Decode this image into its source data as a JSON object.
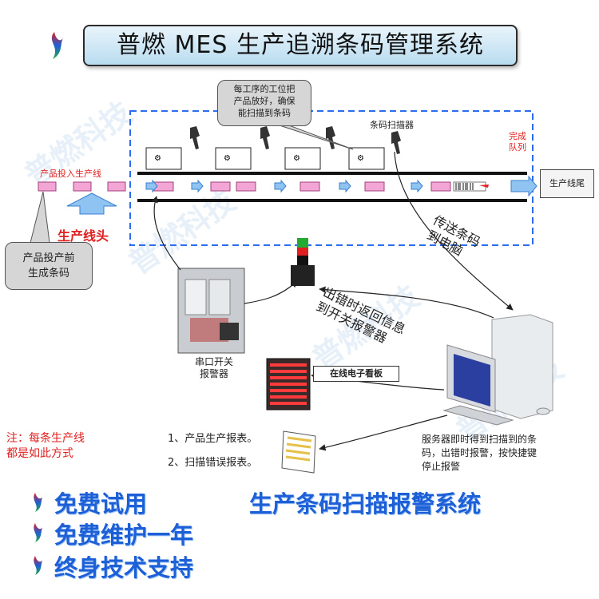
{
  "title": "普燃 MES 生产追溯条码管理系统",
  "callout_station": [
    "每工序的工位把",
    "产品放好，确保",
    "能扫描到条码"
  ],
  "scanner_label": "条码扫描器",
  "done_queue": [
    "完成",
    "队列"
  ],
  "line_input_label": "产品投入生产线",
  "line_tail_label": "生产线尾",
  "line_head_label": "生产线头",
  "barcode_callout": [
    "产品投产前",
    "生成条码"
  ],
  "send_to_pc": [
    "传送条码",
    "到电脑"
  ],
  "error_return": [
    "出错时返回信息",
    "到开关报警器"
  ],
  "serial_switch": [
    "串口开关",
    "报警器"
  ],
  "board_label": "在线电子看板",
  "note": [
    "注：每条生产线",
    "都是如此方式"
  ],
  "reports": [
    "1、产品生产报表。",
    "2、扫描错误报表。"
  ],
  "server_desc": [
    "服务器即时得到扫描到的条",
    "码，出错时报警，按快捷键",
    "停止报警"
  ],
  "features": [
    "免费试用",
    "免费维护一年",
    "终身技术支持"
  ],
  "slogan": "生产条码扫描报警系统",
  "watermark": "普燃科技",
  "colors": {
    "accent_blue": "#1d5fd6",
    "product_pink": "#f3a6d6",
    "alert_red": "#e02020",
    "dashed_blue": "#2b6cf0"
  }
}
